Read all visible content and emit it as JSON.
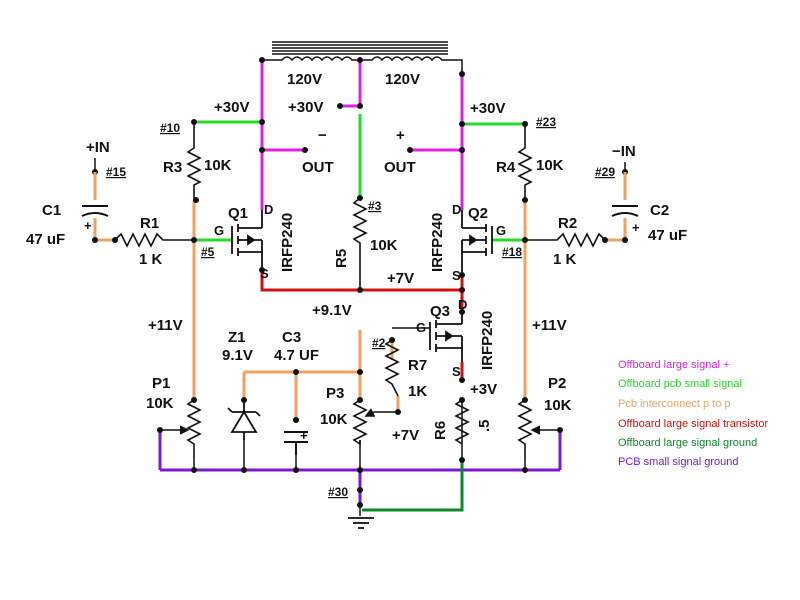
{
  "colors": {
    "magenta": "#e020e0",
    "green": "#2ad82a",
    "orange": "#f0a060",
    "red": "#d01010",
    "darkgreen": "#0a8a2a",
    "purple": "#7a1ad0",
    "black": "#111111"
  },
  "transformer": {
    "winding_left": "120V",
    "winding_right": "120V"
  },
  "outputs": {
    "neg_sign": "−",
    "pos_sign": "+",
    "out_left": "OUT",
    "out_right": "OUT"
  },
  "rails": {
    "v30_left": "+30V",
    "v30_mid": "+30V",
    "v30_right": "+30V",
    "v7_mid": "+7V",
    "v91": "+9.1V",
    "v11_left": "+11V",
    "v11_right": "+11V",
    "v7_p3": "+7V",
    "v3_q3": "+3V"
  },
  "nodes": {
    "n10": "#10",
    "n15": "#15",
    "n5": "#5",
    "n3": "#3",
    "n23": "#23",
    "n29": "#29",
    "n18": "#18",
    "n2": "#2",
    "n30": "#30"
  },
  "inputs": {
    "pos_in": "+IN",
    "neg_in": "−IN"
  },
  "components": {
    "c1_name": "C1",
    "c1_value": "47 uF",
    "r1_name": "R1",
    "r1_value": "1 K",
    "r3_name": "R3",
    "r3_value": "10K",
    "q1_name": "Q1",
    "q1_part": "IRFP240",
    "r5_name": "R5",
    "r5_value": "10K",
    "q2_name": "Q2",
    "q2_part": "IRFP240",
    "r4_name": "R4",
    "r4_value": "10K",
    "r2_name": "R2",
    "r2_value": "1 K",
    "c2_name": "C2",
    "c2_value": "47 uF",
    "q3_name": "Q3",
    "q3_part": "IRFP240",
    "r7_name": "R7",
    "r7_value": "1K",
    "z1_name": "Z1",
    "z1_value": "9.1V",
    "c3_name": "C3",
    "c3_value": "4.7 UF",
    "p1_name": "P1",
    "p1_value": "10K",
    "p3_name": "P3",
    "p3_value": "10K",
    "r6_name": "R6",
    "r6_value": ".5",
    "p2_name": "P2",
    "p2_value": "10K"
  },
  "pins": {
    "g": "G",
    "d": "D",
    "s": "S"
  },
  "legend": [
    {
      "text": "Offboard large signal +",
      "color": "#e020e0"
    },
    {
      "text": "Offboard pcb small signal",
      "color": "#2ad82a"
    },
    {
      "text": "Pcb interconnect p to p",
      "color": "#f0a060"
    },
    {
      "text": "Offboard large signal transistor",
      "color": "#d01010"
    },
    {
      "text": "Offboard large signal ground",
      "color": "#0a8a2a"
    },
    {
      "text": "PCB small signal ground",
      "color": "#7a1ad0"
    }
  ]
}
